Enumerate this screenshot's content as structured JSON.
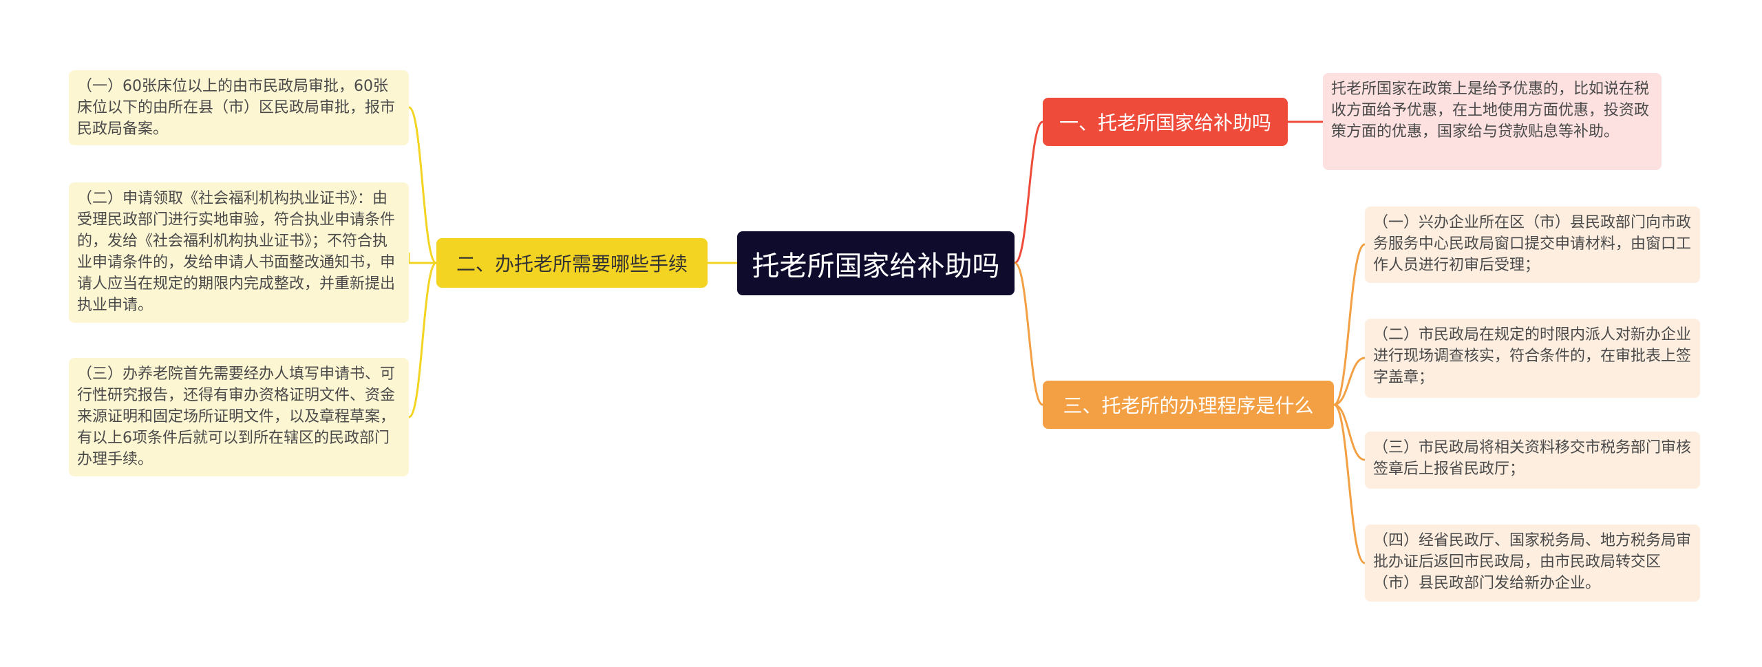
{
  "center": {
    "title": "托老所国家给补助吗"
  },
  "branches": [
    {
      "label": "一、托老所国家给补助吗"
    },
    {
      "label": "二、办托老所需要哪些手续"
    },
    {
      "label": "三、托老所的办理程序是什么"
    }
  ],
  "leaves_b1": [
    "托老所国家在政策上是给予优惠的，比如说在税收方面给予优惠，在土地使用方面优惠，投资政策方面的优惠，国家给与贷款贴息等补助。"
  ],
  "leaves_b2": [
    "（一）60张床位以上的由市民政局审批，60张床位以下的由所在县（市）区民政局审批，报市民政局备案。",
    "（二）申请领取《社会福利机构执业证书》：由受理民政部门进行实地审验，符合执业申请条件的，发给《社会福利机构执业证书》；不符合执业申请条件的，发给申请人书面整改通知书，申请人应当在规定的期限内完成整改，并重新提出执业申请。",
    "（三）办养老院首先需要经办人填写申请书、可行性研究报告，还得有审办资格证明文件、资金来源证明和固定场所证明文件，以及章程草案，有以上6项条件后就可以到所在辖区的民政部门办理手续。"
  ],
  "leaves_b3": [
    "（一）兴办企业所在区（市）县民政部门向市政务服务中心民政局窗口提交申请材料，由窗口工作人员进行初审后受理；",
    "（二）市民政局在规定的时限内派人对新办企业进行现场调查核实，符合条件的，在审批表上签字盖章；",
    "（三）市民政局将相关资料移交市税务部门审核签章后上报省民政厅；",
    "（四）经省民政厅、国家税务局、地方税务局审批办证后返回市民政局，由市民政局转交区（市）县民政部门发给新办企业。"
  ],
  "colors": {
    "red": "#ef4b3a",
    "yellow": "#f4d422",
    "orange": "#f3a044",
    "center": "#0e0b2c"
  }
}
